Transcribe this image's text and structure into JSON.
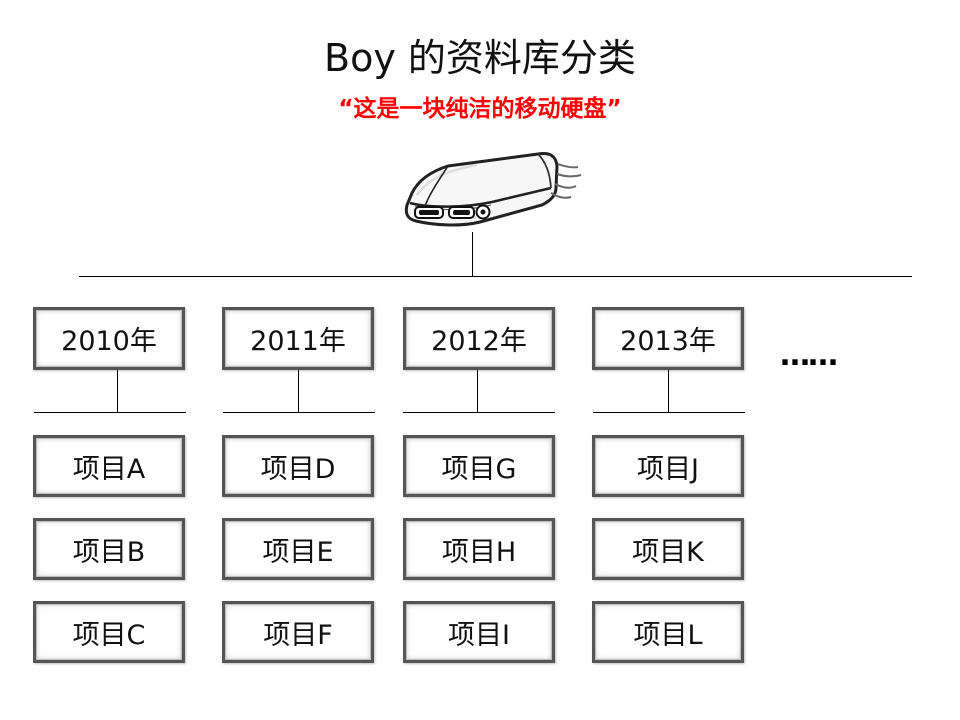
{
  "diagram": {
    "title": "Boy 的资料库分类",
    "subtitle": "“这是一块纯洁的移动硬盘”",
    "root_icon": "external-hard-drive-icon",
    "more_indicator": "……",
    "years": [
      {
        "label": "2010年",
        "projects": [
          "项目A",
          "项目B",
          "项目C"
        ]
      },
      {
        "label": "2011年",
        "projects": [
          "项目D",
          "项目E",
          "项目F"
        ]
      },
      {
        "label": "2012年",
        "projects": [
          "项目G",
          "项目H",
          "项目I"
        ]
      },
      {
        "label": "2013年",
        "projects": [
          "项目J",
          "项目K",
          "项目L"
        ]
      }
    ]
  }
}
